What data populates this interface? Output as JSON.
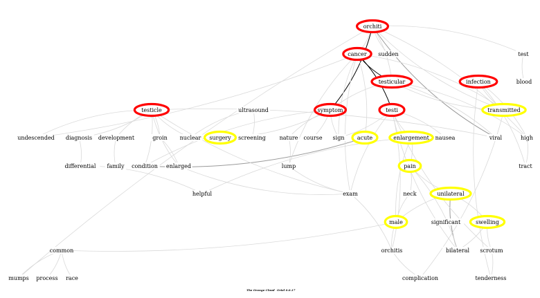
{
  "colors": {
    "primary": "#ff0000",
    "secondary": "#ffff00",
    "edge": "#d9d9d9",
    "strong_edge": "#000000",
    "mid_edge": "#999999"
  },
  "footer": {
    "left": "The Orange Cloud",
    "right": "Oriel 0.0.17"
  },
  "nodes": [
    {
      "id": "orchiti",
      "label": "orchiti",
      "kind": "primary"
    },
    {
      "id": "cancer",
      "label": "cancer",
      "kind": "primary"
    },
    {
      "id": "sudden",
      "label": "sudden",
      "kind": "plain"
    },
    {
      "id": "test",
      "label": "test",
      "kind": "plain"
    },
    {
      "id": "testicular",
      "label": "testicular",
      "kind": "primary"
    },
    {
      "id": "infection",
      "label": "infection",
      "kind": "primary"
    },
    {
      "id": "blood",
      "label": "blood",
      "kind": "plain"
    },
    {
      "id": "testicle",
      "label": "testicle",
      "kind": "primary"
    },
    {
      "id": "ultrasound",
      "label": "ultrasound",
      "kind": "plain"
    },
    {
      "id": "symptom",
      "label": "symptom",
      "kind": "primary"
    },
    {
      "id": "testi",
      "label": "testi",
      "kind": "primary"
    },
    {
      "id": "transmitted",
      "label": "transmitted",
      "kind": "secondary"
    },
    {
      "id": "undescended",
      "label": "undescended",
      "kind": "plain"
    },
    {
      "id": "diagnosis",
      "label": "diagnosis",
      "kind": "plain"
    },
    {
      "id": "development",
      "label": "development",
      "kind": "plain"
    },
    {
      "id": "groin",
      "label": "groin",
      "kind": "plain"
    },
    {
      "id": "nuclear",
      "label": "nuclear",
      "kind": "plain"
    },
    {
      "id": "surgery",
      "label": "surgery",
      "kind": "secondary"
    },
    {
      "id": "screening",
      "label": "screening",
      "kind": "plain"
    },
    {
      "id": "nature",
      "label": "nature",
      "kind": "plain"
    },
    {
      "id": "course",
      "label": "course",
      "kind": "plain"
    },
    {
      "id": "sign",
      "label": "sign",
      "kind": "plain"
    },
    {
      "id": "acute",
      "label": "acute",
      "kind": "secondary"
    },
    {
      "id": "enlargement",
      "label": "enlargement",
      "kind": "secondary"
    },
    {
      "id": "nausea",
      "label": "nausea",
      "kind": "plain"
    },
    {
      "id": "viral",
      "label": "viral",
      "kind": "plain"
    },
    {
      "id": "high",
      "label": "high",
      "kind": "plain"
    },
    {
      "id": "differential",
      "label": "differential",
      "kind": "plain"
    },
    {
      "id": "family",
      "label": "family",
      "kind": "plain"
    },
    {
      "id": "condition",
      "label": "condition",
      "kind": "plain"
    },
    {
      "id": "enlarged",
      "label": "enlarged",
      "kind": "plain"
    },
    {
      "id": "lump",
      "label": "lump",
      "kind": "plain"
    },
    {
      "id": "pain",
      "label": "pain",
      "kind": "secondary"
    },
    {
      "id": "tract",
      "label": "tract",
      "kind": "plain"
    },
    {
      "id": "helpful",
      "label": "helpful",
      "kind": "plain"
    },
    {
      "id": "exam",
      "label": "exam",
      "kind": "plain"
    },
    {
      "id": "neck",
      "label": "neck",
      "kind": "plain"
    },
    {
      "id": "unilateral",
      "label": "unilateral",
      "kind": "secondary"
    },
    {
      "id": "male",
      "label": "male",
      "kind": "secondary"
    },
    {
      "id": "significant",
      "label": "significant",
      "kind": "plain"
    },
    {
      "id": "swelling",
      "label": "swelling",
      "kind": "secondary"
    },
    {
      "id": "common",
      "label": "common",
      "kind": "plain"
    },
    {
      "id": "orchitis",
      "label": "orchitis",
      "kind": "plain"
    },
    {
      "id": "bilateral",
      "label": "bilateral",
      "kind": "plain"
    },
    {
      "id": "scrotum",
      "label": "scrotum",
      "kind": "plain"
    },
    {
      "id": "mumps",
      "label": "mumps",
      "kind": "plain"
    },
    {
      "id": "process",
      "label": "process",
      "kind": "plain"
    },
    {
      "id": "race",
      "label": "race",
      "kind": "plain"
    },
    {
      "id": "complication",
      "label": "complication",
      "kind": "plain"
    },
    {
      "id": "tenderness",
      "label": "tenderness",
      "kind": "plain"
    }
  ],
  "edges": [
    [
      "orchiti",
      "symptom",
      "strong"
    ],
    [
      "cancer",
      "testicular",
      "strong"
    ],
    [
      "cancer",
      "testi",
      "strong"
    ],
    [
      "orchiti",
      "viral",
      "mid"
    ],
    [
      "acute",
      "condition",
      "mid"
    ],
    [
      "unilateral",
      "bilateral",
      "mid"
    ],
    [
      "orchiti",
      "cancer",
      "light"
    ],
    [
      "orchiti",
      "sudden",
      "light"
    ],
    [
      "orchiti",
      "test",
      "light"
    ],
    [
      "orchiti",
      "transmitted",
      "light"
    ],
    [
      "orchiti",
      "high",
      "light"
    ],
    [
      "orchiti",
      "mumps",
      "light"
    ],
    [
      "orchiti",
      "testicular",
      "light"
    ],
    [
      "cancer",
      "sign",
      "light"
    ],
    [
      "cancer",
      "acute",
      "light"
    ],
    [
      "cancer",
      "exam",
      "light"
    ],
    [
      "cancer",
      "undescended",
      "light"
    ],
    [
      "cancer",
      "lump",
      "light"
    ],
    [
      "cancer",
      "transmitted",
      "light"
    ],
    [
      "testicular",
      "transmitted",
      "light"
    ],
    [
      "testicular",
      "high",
      "light"
    ],
    [
      "testicular",
      "symptom",
      "light"
    ],
    [
      "testicular",
      "viral",
      "light"
    ],
    [
      "infection",
      "transmitted",
      "light"
    ],
    [
      "infection",
      "high",
      "light"
    ],
    [
      "infection",
      "tenderness",
      "light"
    ],
    [
      "infection",
      "tract",
      "light"
    ],
    [
      "test",
      "blood",
      "light"
    ],
    [
      "high",
      "tract",
      "light"
    ],
    [
      "testicle",
      "undescended",
      "light"
    ],
    [
      "testicle",
      "diagnosis",
      "light"
    ],
    [
      "testicle",
      "development",
      "light"
    ],
    [
      "testicle",
      "groin",
      "light"
    ],
    [
      "testicle",
      "nuclear",
      "light"
    ],
    [
      "testicle",
      "condition",
      "light"
    ],
    [
      "testicle",
      "enlarged",
      "light"
    ],
    [
      "testicle",
      "viral",
      "light"
    ],
    [
      "testicle",
      "exam",
      "light"
    ],
    [
      "diagnosis",
      "differential",
      "light"
    ],
    [
      "development",
      "family",
      "light"
    ],
    [
      "groin",
      "enlarged",
      "light"
    ],
    [
      "ultrasound",
      "nuclear",
      "light"
    ],
    [
      "ultrasound",
      "screening",
      "light"
    ],
    [
      "symptom",
      "nature",
      "light"
    ],
    [
      "symptom",
      "course",
      "light"
    ],
    [
      "symptom",
      "sign",
      "light"
    ],
    [
      "symptom",
      "surgery",
      "light"
    ],
    [
      "symptom",
      "condition",
      "light"
    ],
    [
      "nature",
      "lump",
      "light"
    ],
    [
      "lump",
      "exam",
      "light"
    ],
    [
      "differential",
      "helpful",
      "light"
    ],
    [
      "enlarged",
      "exam",
      "light"
    ],
    [
      "helpful",
      "enlargement",
      "light"
    ],
    [
      "testi",
      "enlargement",
      "light"
    ],
    [
      "testi",
      "nausea",
      "light"
    ],
    [
      "testi",
      "exam",
      "light"
    ],
    [
      "testi",
      "orchitis",
      "light"
    ],
    [
      "testi",
      "bilateral",
      "light"
    ],
    [
      "testi",
      "sign",
      "light"
    ],
    [
      "testi",
      "scrotum",
      "light"
    ],
    [
      "enlargement",
      "pain",
      "light"
    ],
    [
      "enlargement",
      "male",
      "light"
    ],
    [
      "pain",
      "neck",
      "light"
    ],
    [
      "pain",
      "unilateral",
      "light"
    ],
    [
      "pain",
      "bilateral",
      "light"
    ],
    [
      "neck",
      "male",
      "light"
    ],
    [
      "unilateral",
      "swelling",
      "light"
    ],
    [
      "unilateral",
      "male",
      "light"
    ],
    [
      "male",
      "common",
      "light"
    ],
    [
      "male",
      "orchitis",
      "light"
    ],
    [
      "swelling",
      "bilateral",
      "light"
    ],
    [
      "swelling",
      "scrotum",
      "light"
    ],
    [
      "scrotum",
      "tenderness",
      "light"
    ],
    [
      "orchitis",
      "complication",
      "light"
    ],
    [
      "exam",
      "orchitis",
      "light"
    ],
    [
      "common",
      "mumps",
      "light"
    ],
    [
      "common",
      "process",
      "light"
    ],
    [
      "common",
      "race",
      "light"
    ],
    [
      "transmitted",
      "complication",
      "light"
    ]
  ]
}
